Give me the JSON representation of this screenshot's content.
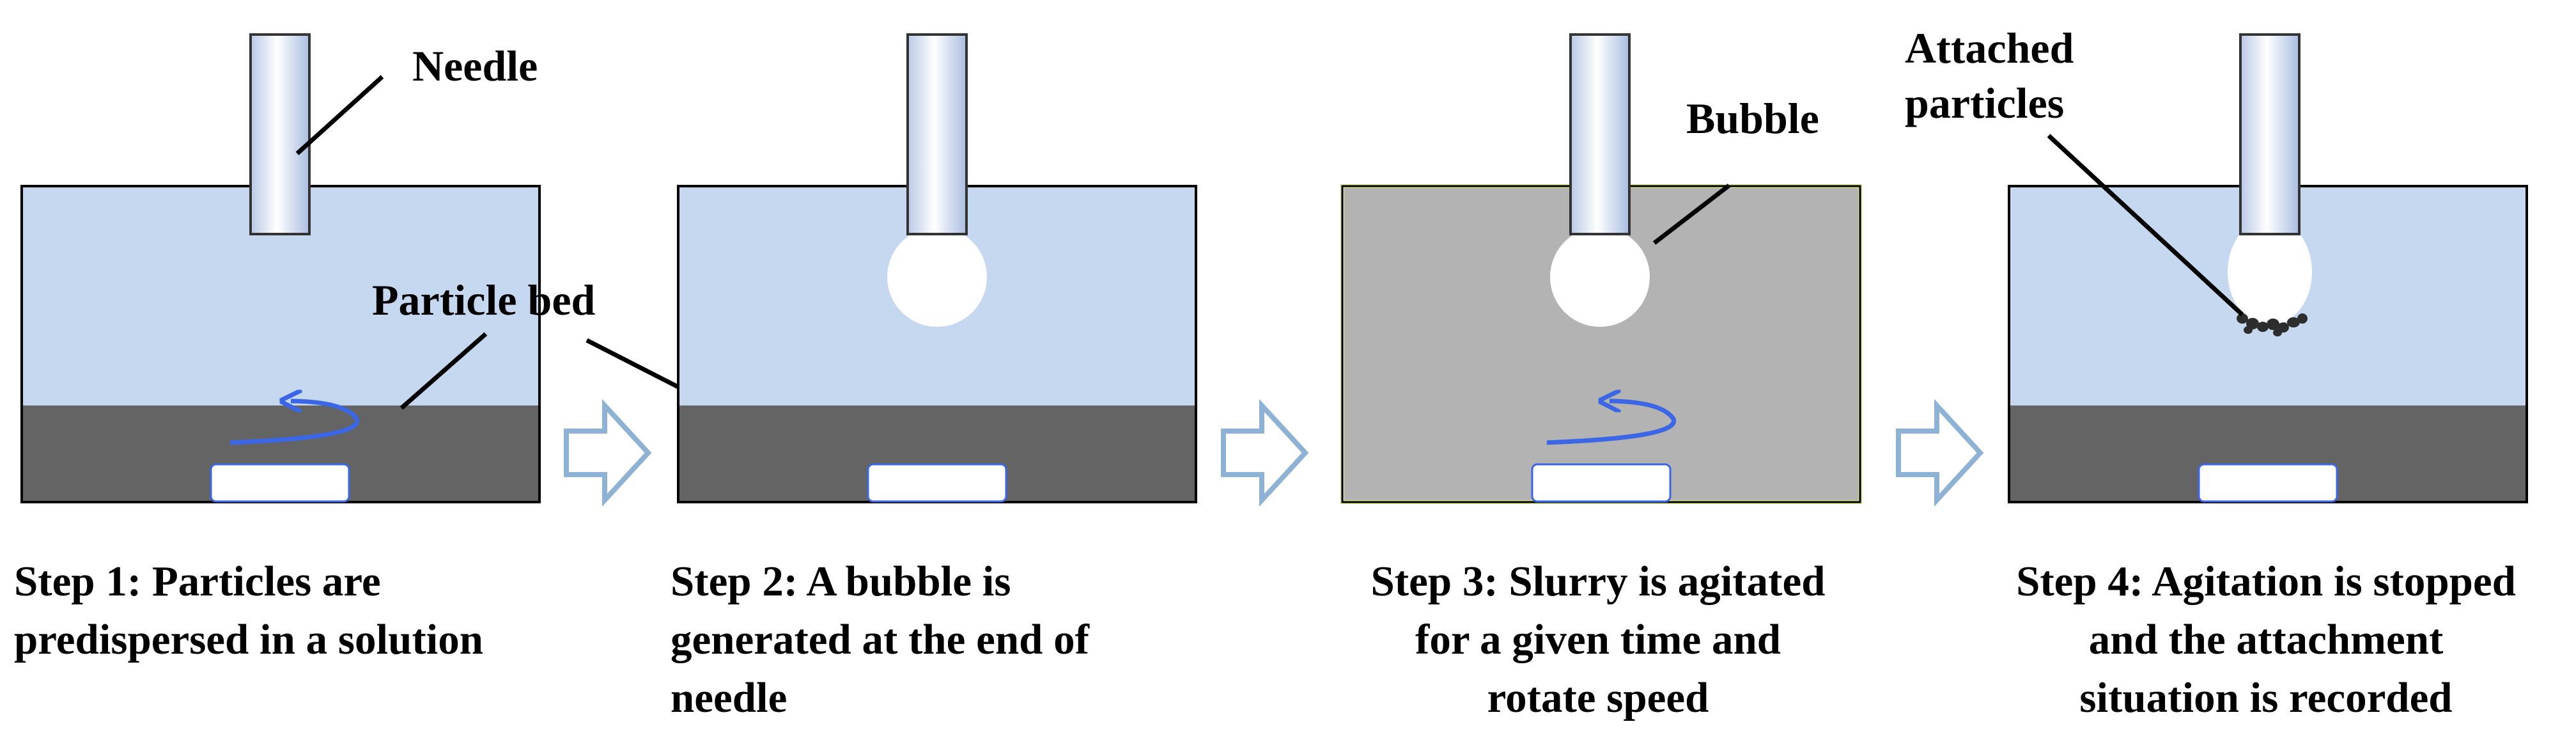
{
  "labels": {
    "needle": "Needle",
    "particle_bed": "Particle bed",
    "bubble": "Bubble",
    "attached_particles": [
      "Attached",
      "particles"
    ]
  },
  "steps": [
    {
      "caption": [
        "Step 1: Particles are",
        "predispersed in a solution"
      ]
    },
    {
      "caption": [
        "Step 2: A bubble is",
        "generated at the end of",
        "needle"
      ]
    },
    {
      "caption": [
        "Step 3: Slurry is agitated",
        "for a given time and",
        "rotate speed"
      ]
    },
    {
      "caption": [
        "Step 4: Agitation is stopped",
        "and the attachment",
        "situation is recorded"
      ]
    }
  ],
  "colors": {
    "solution": "#c5d8f0",
    "slurry": "#b3b3b3",
    "bed": "#646464",
    "rotation_arrow": "#3b66e6",
    "step_arrow": "#8eb2d4",
    "needle_edge": "#333333"
  }
}
